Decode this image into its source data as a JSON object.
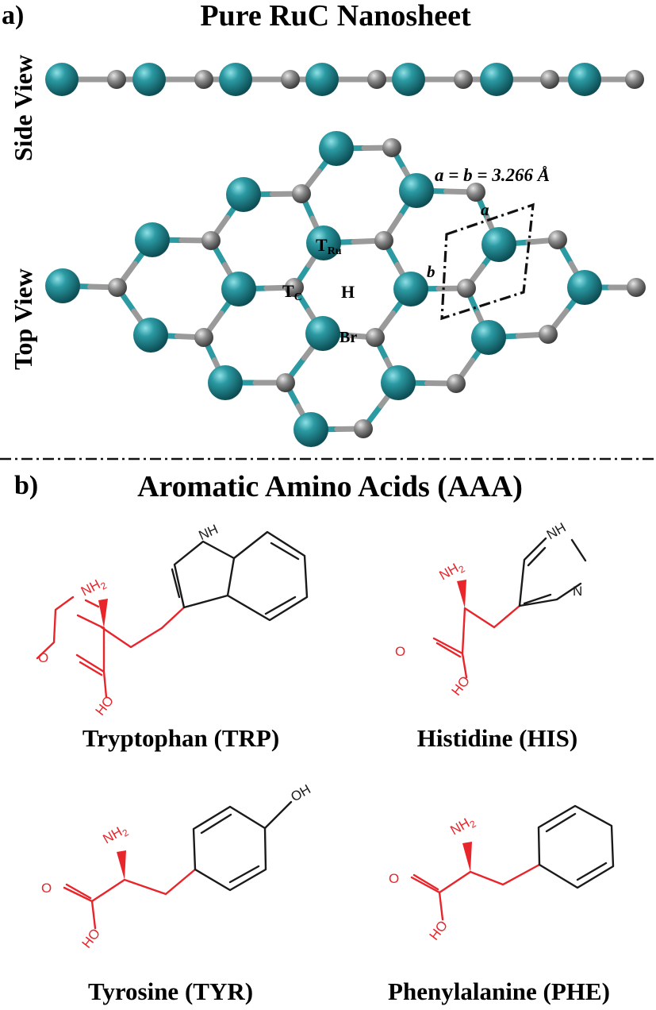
{
  "panel_a": {
    "letter": "a)",
    "title": "Pure RuC Nanosheet",
    "side_view_label": "Side View",
    "top_view_label": "Top View",
    "lattice_text": "a = b = 3.266 Å",
    "vector_a": "a",
    "vector_b": "b",
    "site_T": "T",
    "site_Ru_sub": "Ru",
    "site_C_sub": "C",
    "site_H": "H",
    "site_Br": "Br",
    "colors": {
      "ru": "#1f7f86",
      "c": "#7b7b7b",
      "bond_ru": "#2c9aa2",
      "bond_c": "#9a9a9a"
    }
  },
  "panel_b": {
    "letter": "b)",
    "title": "Aromatic Amino Acids (AAA)",
    "molecules": [
      {
        "name": "Tryptophan (TRP)",
        "labels": {
          "nh2": "NH",
          "nh2_sub": "2",
          "o": "O",
          "ho": "HO",
          "nh": "NH"
        }
      },
      {
        "name": "Histidine (HIS)",
        "labels": {
          "nh2": "NH",
          "nh2_sub": "2",
          "o": "O",
          "ho": "HO",
          "nh": "NH",
          "n": "N"
        }
      },
      {
        "name": "Tyrosine (TYR)",
        "labels": {
          "nh2": "NH",
          "nh2_sub": "2",
          "o": "O",
          "ho": "HO",
          "oh": "OH"
        }
      },
      {
        "name": "Phenylalanine (PHE)",
        "labels": {
          "nh2": "NH",
          "nh2_sub": "2",
          "o": "O",
          "ho": "HO"
        }
      }
    ],
    "colors": {
      "backbone": "#e8252a",
      "sidechain": "#1a1a1a"
    }
  }
}
